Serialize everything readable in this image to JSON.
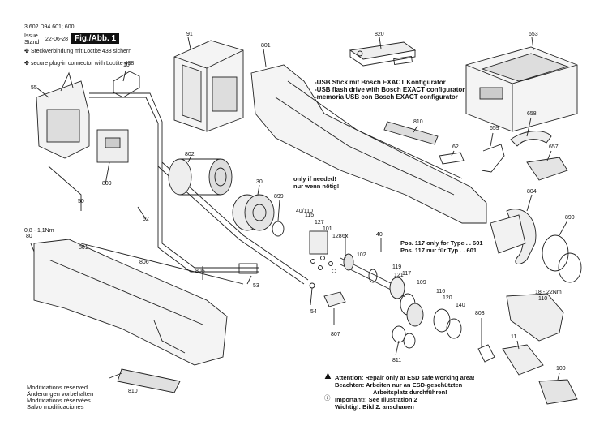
{
  "header": {
    "part_number": "3 602 D94 601; 600",
    "issue_label_en": "Issue",
    "issue_label_de": "Stand",
    "issue_date": "22-06-28",
    "figure_label": "Fig./Abb. 1"
  },
  "legend": {
    "symbol_sichern": "Steckverbindung mit Loctite 438 sichern",
    "symbol_secure": "secure plug-in connector with Loctite 438"
  },
  "usb_note": [
    "-USB Stick mit Bosch EXACT Konfigurator",
    "-USB flash drive with Bosch EXACT configurator",
    "-memoria USB con Bosch EXACT configurator"
  ],
  "only_if_needed": [
    "only if needed!",
    "nur wenn nötig!"
  ],
  "pos117": [
    "Pos. 117 only for Type . . 601",
    "Pos. 117 nur für Typ . . 601"
  ],
  "torque_ranges": {
    "left": "0,8 - 1,1Nm",
    "right": "18 - 22Nm"
  },
  "footer_left": [
    "Modifications reserved",
    "Änderungen vorbehalten",
    "Modifications réservées",
    "Salvo modificaciones"
  ],
  "footer_right": {
    "attention": "Attention: Repair only at ESD safe working area!",
    "beachten_1": "Beachten:  Arbeiten nur an ESD-geschützten",
    "beachten_2": "Arbeitsplatz durchführen!",
    "important": "Important!: See Illustration 2",
    "wichtig": "Wichtig!:  Bild 2. anschauen"
  },
  "part_labels": [
    "91",
    "820",
    "653",
    "10",
    "801",
    "55",
    "658",
    "659",
    "810",
    "62",
    "657",
    "809",
    "802",
    "30",
    "899",
    "804",
    "890",
    "52",
    "50",
    "115",
    "127",
    "101",
    "40/110",
    "128",
    "6x",
    "40",
    "80",
    "801",
    "806",
    "805",
    "102",
    "119",
    "121",
    "117",
    "109",
    "116",
    "120",
    "140",
    "53",
    "54",
    "803",
    "110",
    "807",
    "811",
    "11",
    "810",
    "100"
  ],
  "colors": {
    "line": "#222222",
    "text": "#111111",
    "background": "#ffffff"
  }
}
